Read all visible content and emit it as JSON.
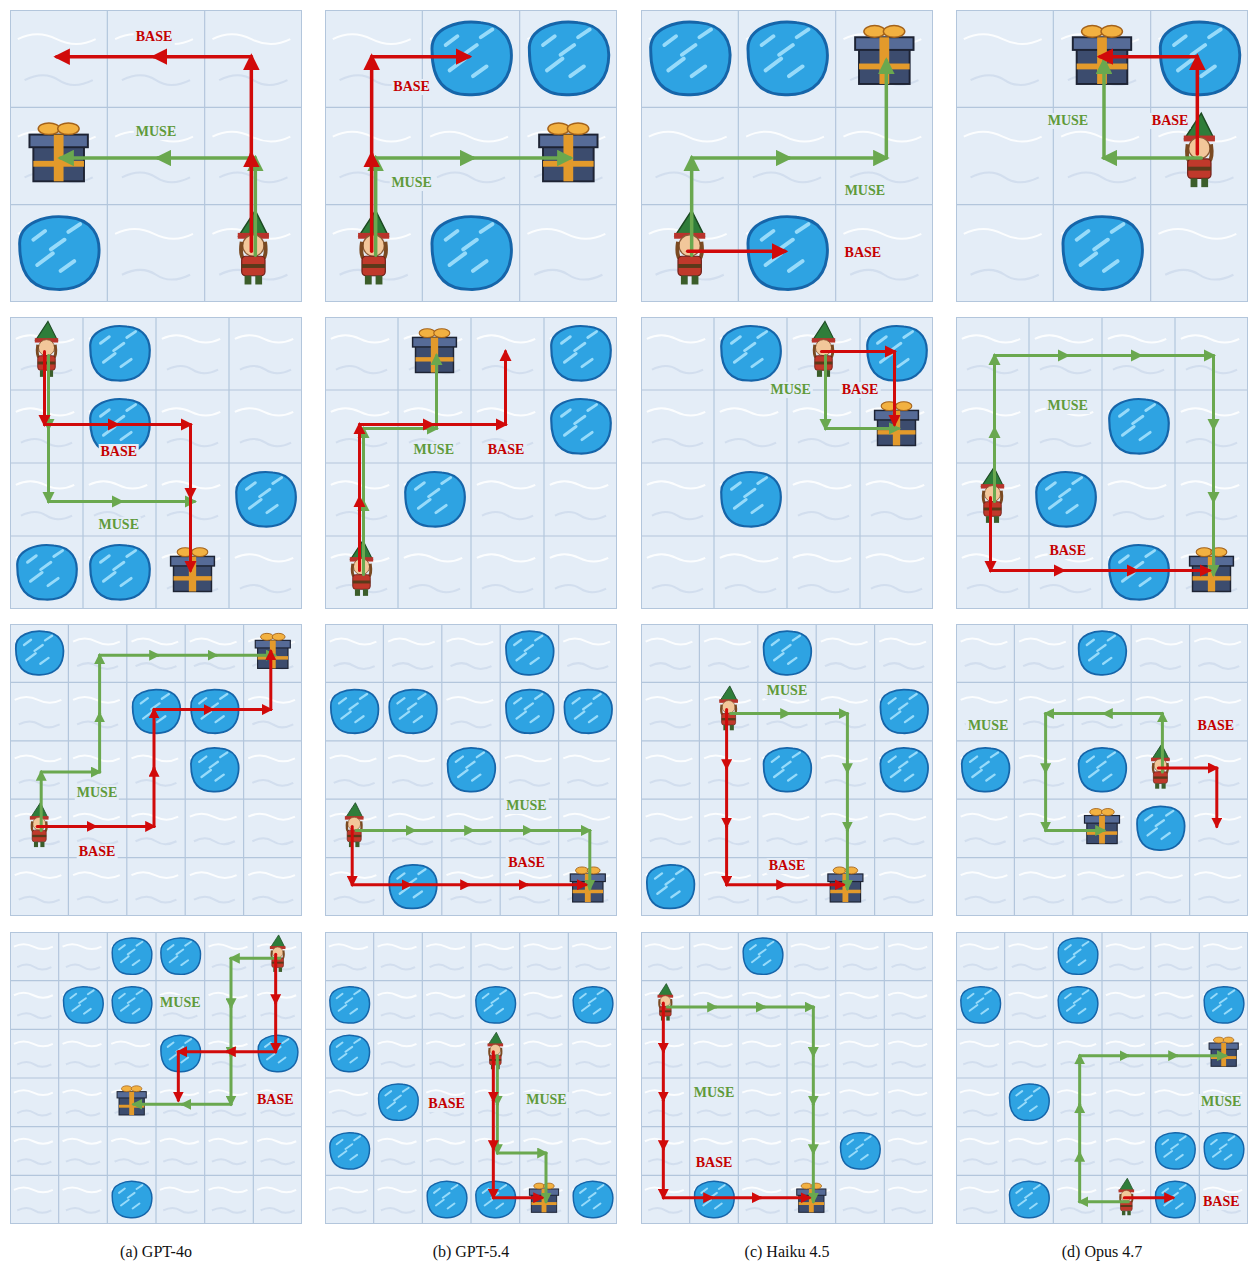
{
  "diagram": {
    "labels": [
      "BASE",
      "MUSE",
      "BASE",
      "MUSE",
      "MUSE",
      "BASE",
      "MUSE",
      "BASE",
      "BASE",
      "MUSE",
      "MUSE",
      "BASE",
      "MUSE",
      "BASE",
      "MUSE",
      "BASE",
      "MUSE",
      "BASE",
      "MUSE",
      "BASE",
      "MUSE",
      "BASE",
      "MUSE",
      "BASE",
      "MUSE",
      "BASE",
      "BASE",
      "MUSE",
      "MUSE",
      "BASE",
      "MUSE",
      "BASE",
      "(a) GPT-4o",
      "(b) GPT-5.4",
      "(c) Haiku 4.5",
      "(d) Opus 4.7"
    ]
  }
}
